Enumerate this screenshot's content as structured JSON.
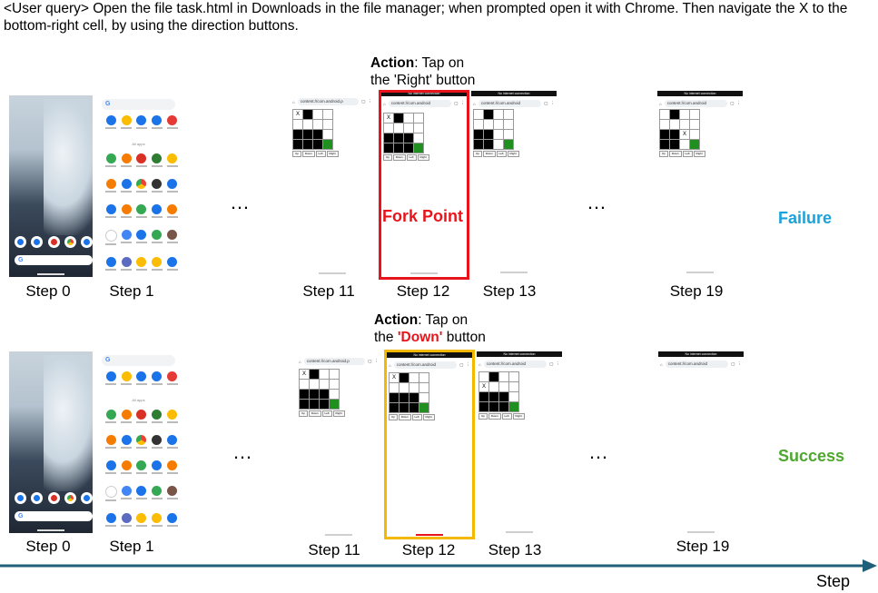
{
  "query": "<User query> Open the file task.html in Downloads in the file manager; when prompted open it with Chrome. Then navigate the X to the bottom-right cell, by using the direction buttons.",
  "row1": {
    "action_bold": "Action",
    "action_line1": ": Tap on",
    "action_line2": "the 'Right' button",
    "fork_label": "Fork Point",
    "outcome": "Failure",
    "outcome_color": "#1aa3d9",
    "steps": [
      "Step 0",
      "Step 1",
      "Step 11",
      "Step 12",
      "Step 13",
      "Step 19"
    ]
  },
  "row2": {
    "action_bold": "Action",
    "action_line1": ": Tap on",
    "action_line2_pre": "the ",
    "action_line2_hl": "'Down'",
    "action_line2_post": " button",
    "highlight_color": "#e8141b",
    "outcome": "Success",
    "outcome_color": "#4ea72e",
    "steps": [
      "Step 0",
      "Step 1",
      "Step 11",
      "Step 12",
      "Step 13",
      "Step 19"
    ]
  },
  "ellipsis": "…",
  "axis_label": "Step",
  "axis_color": "#1f5f7a",
  "frame_colors": {
    "fork": "#e8141b",
    "alt": "#f5b800"
  },
  "screen_text": {
    "url": "content://com.android.p",
    "url_short": "content://com.android",
    "status": "No internet connection",
    "x_mark": "X",
    "search_g": "G",
    "all_apps": "All apps",
    "buttons": [
      "Up",
      "Down",
      "Left",
      "Right"
    ]
  }
}
